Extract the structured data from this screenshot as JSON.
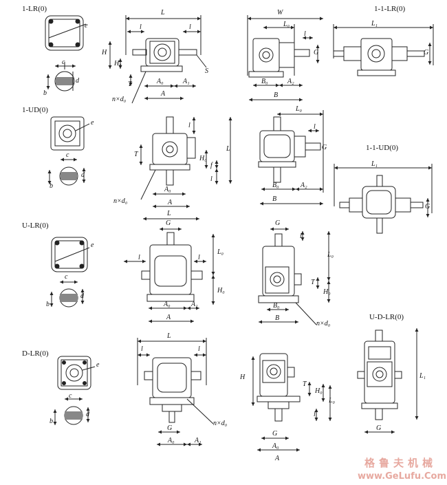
{
  "sections": {
    "lr": "1-LR(0)",
    "ilr": "1-1-LR(0)",
    "ud": "1-UD(0)",
    "iud": "1-1-UD(0)",
    "ulr": "U-LR(0)",
    "dlr": "D-LR(0)",
    "udlr": "U-D-LR(0)"
  },
  "dims": {
    "L": "L",
    "l": "l",
    "H": "H",
    "H0": "H₀",
    "T": "T",
    "A0": "A₀",
    "A1": "A₁",
    "A2": "A₂",
    "A": "A",
    "S": "S",
    "nd0": "n×d₀",
    "W": "W",
    "L0": "L₀",
    "G": "G",
    "B0": "B₀",
    "B": "B",
    "L1": "L₁",
    "e": "e",
    "c": "c",
    "d": "d",
    "b": "b",
    "f": "f"
  },
  "watermark": {
    "chinese": "格鲁夫机械",
    "url": "www.GeLufu.Com"
  }
}
